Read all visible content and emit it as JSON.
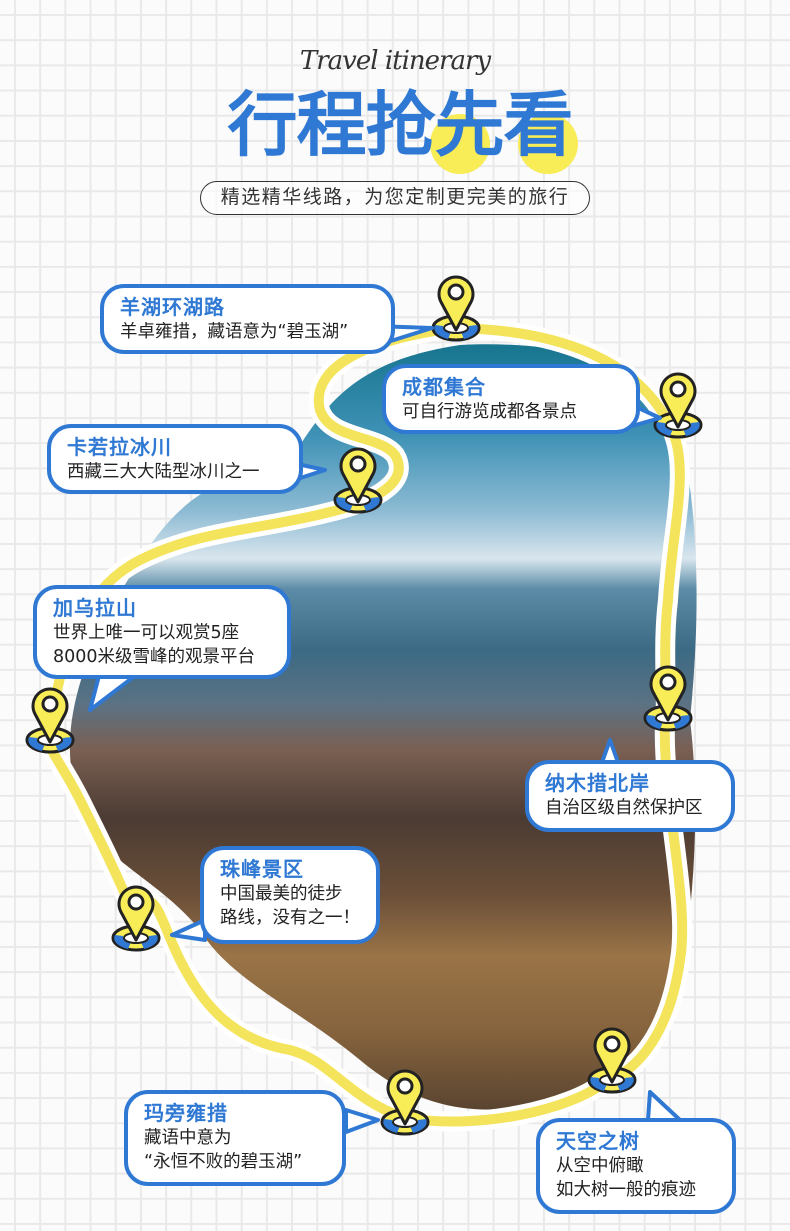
{
  "header": {
    "subtitle": "Travel itinerary",
    "title": "行程抢先看",
    "slogan": "精选精华线路，为您定制更完美的旅行"
  },
  "colors": {
    "brand_blue": "#2f78d3",
    "accent_yellow": "#f8ec57",
    "grid_line": "#e9e9e9",
    "background": "#fbfbfb"
  },
  "stops": [
    {
      "name": "羊湖环湖路",
      "desc": "羊卓雍措，藏语意为“碧玉湖”",
      "icon": "map-pin-icon"
    },
    {
      "name": "成都集合",
      "desc": "可自行游览成都各景点",
      "icon": "map-pin-icon"
    },
    {
      "name": "卡若拉冰川",
      "desc": "西藏三大大陆型冰川之一",
      "icon": "map-pin-icon"
    },
    {
      "name": "加乌拉山",
      "desc": "世界上唯一可以观赏5座\n8000米级雪峰的观景平台",
      "icon": "map-pin-icon"
    },
    {
      "name": "纳木措北岸",
      "desc": "自治区级自然保护区",
      "icon": "map-pin-icon"
    },
    {
      "name": "珠峰景区",
      "desc": "中国最美的徒步\n路线，没有之一！",
      "icon": "map-pin-icon"
    },
    {
      "name": "玛旁雍措",
      "desc": "藏语中意为\n“永恒不败的碧玉湖”",
      "icon": "map-pin-icon"
    },
    {
      "name": "天空之树",
      "desc": "从空中俯瞰\n如大树一般的痕迹",
      "icon": "map-pin-icon"
    }
  ]
}
